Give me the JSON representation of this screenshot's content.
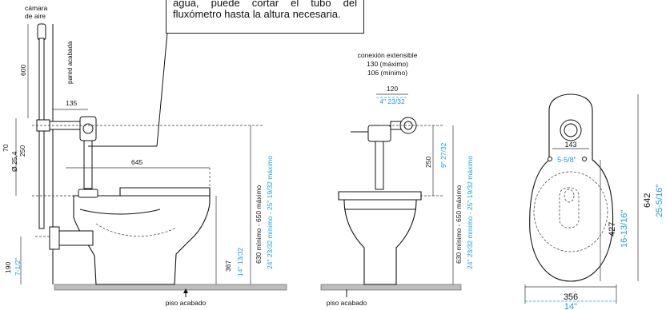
{
  "note": {
    "text": "agua, puede cortar el tubo del fluxómetro hasta la altura necesaria."
  },
  "left_view": {
    "air_chamber_line1": "cámara",
    "air_chamber_line2": "de aire",
    "finished_wall": "pared acabada",
    "dim_600": "600",
    "dim_135": "135",
    "dim_70": "70",
    "dim_diameter": "Ø 25,4",
    "dim_250": "250",
    "dim_645": "645",
    "dim_367": "367",
    "dim_367_in": "14\" 13/32",
    "dim_190": "190",
    "dim_190_in": "7-1/2\"",
    "range_mm": "630 mínimo - 650 máximo",
    "range_in": "24\" 23/32 mínimo - 25\" 19/32 máximo",
    "floor_label": "piso acabado"
  },
  "front_view": {
    "ext_line1": "conexión extensible",
    "ext_line2": "130 (máximo)",
    "ext_line3": "106 (mínimo)",
    "dim_120": "120",
    "dim_120_in": "4\" 23/32",
    "dim_250": "250",
    "dim_250_in": "9\" 27/32",
    "range_mm": "630 mínimo - 650 máximo",
    "range_in": "24\" 23/32 mínimo - 25\" 19/32 máximo",
    "floor_label": "piso acabado"
  },
  "top_view": {
    "dim_143": "143",
    "dim_558": "5-5/8\"",
    "dim_427": "427",
    "dim_427_in": "16-13/16\"",
    "dim_642": "642",
    "dim_642_in": "25-5/16\"",
    "dim_356": "356",
    "dim_356_in": "14\""
  }
}
